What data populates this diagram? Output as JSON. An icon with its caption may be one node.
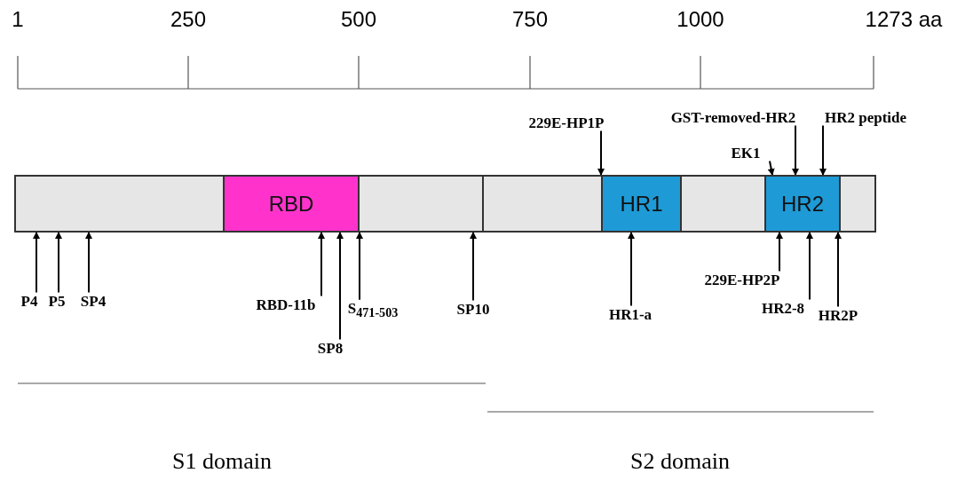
{
  "diagram": {
    "nodes": [
      {
        "text": [],
        "shape": "bar"
      },
      {
        "text": [
          "RBD"
        ]
      },
      {
        "text": [],
        "shape": "bar"
      },
      {
        "text": [],
        "shape": "bar"
      },
      {
        "text": [
          "HR1"
        ]
      },
      {
        "text": [],
        "shape": "bar"
      },
      {
        "text": [
          "HR2"
        ]
      },
      {
        "text": [],
        "shape": "bar"
      },
      {
        "text": [
          "229E-HP1P"
        ]
      },
      {
        "text": [
          "GST-removed-HR2"
        ]
      },
      {
        "text": [
          "HR2 peptide"
        ]
      },
      {
        "text": [
          "EK1"
        ]
      },
      {
        "text": [
          "P4"
        ]
      },
      {
        "text": [
          "P5"
        ]
      },
      {
        "text": [
          "SP4"
        ]
      },
      {
        "text": [
          "RBD-11b"
        ]
      },
      {
        "text": [
          "S$_{471-503}$"
        ]
      },
      {
        "text": [
          "SP8"
        ]
      },
      {
        "text": [
          "SP10"
        ]
      },
      {
        "text": [
          "HR1-a"
        ]
      },
      {
        "text": [
          "229E-HP2P"
        ]
      },
      {
        "text": [
          "HR2-8"
        ]
      },
      {
        "text": [
          "HR2P"
        ]
      }
    ],
    "edges": [
      {
        "from": 8,
        "to": 4,
        "arrow": "to"
      },
      {
        "from": 9,
        "to": 6,
        "arrow": "to"
      },
      {
        "from": 10,
        "to": 6,
        "arrow": "to"
      },
      {
        "from": 11,
        "to": 6,
        "arrow": "to"
      },
      {
        "from": 12,
        "to": 0,
        "arrow": "to"
      },
      {
        "from": 13,
        "to": 0,
        "arrow": "to"
      },
      {
        "from": 14,
        "to": 0,
        "arrow": "to"
      },
      {
        "from": 15,
        "to": 1,
        "arrow": "to"
      },
      {
        "from": 16,
        "to": 2,
        "arrow": "to"
      },
      {
        "from": 17,
        "to": 1,
        "arrow": "to"
      },
      {
        "from": 18,
        "to": 2,
        "arrow": "to"
      },
      {
        "from": 19,
        "to": 4,
        "arrow": "to"
      },
      {
        "from": 20,
        "to": 6,
        "arrow": "to"
      },
      {
        "from": 21,
        "to": 6,
        "arrow": "to"
      },
      {
        "from": 22,
        "to": 6,
        "arrow": "to"
      }
    ],
    "labels": [
      "1",
      "250",
      "500",
      "750",
      "1000",
      "1273 aa",
      "S1 domain",
      "S2 domain"
    ]
  }
}
